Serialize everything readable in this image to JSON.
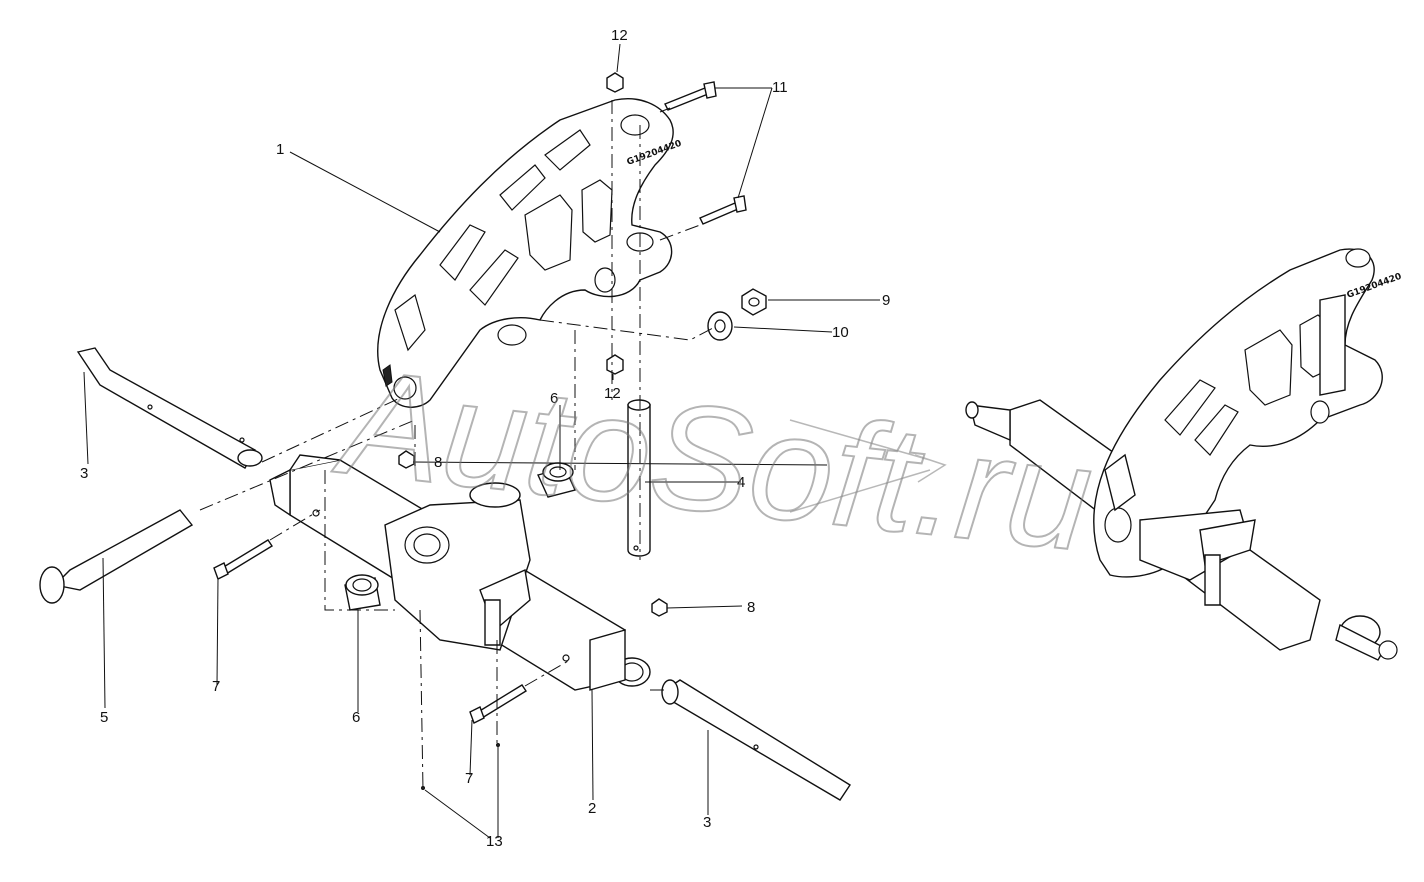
{
  "diagram": {
    "part_numbers": {
      "p1": "1",
      "p2": "2",
      "p3a": "3",
      "p3b": "3",
      "p4": "4",
      "p5": "5",
      "p6a": "6",
      "p6b": "6",
      "p7a": "7",
      "p7b": "7",
      "p8a": "8",
      "p8b": "8",
      "p9": "9",
      "p10": "10",
      "p11": "11",
      "p12a": "12",
      "p12b": "12",
      "p13": "13"
    },
    "casting_stamp": "G19204420",
    "casting_stamp_assembled": "G19204420"
  },
  "watermark": "AutoSoft.ru"
}
